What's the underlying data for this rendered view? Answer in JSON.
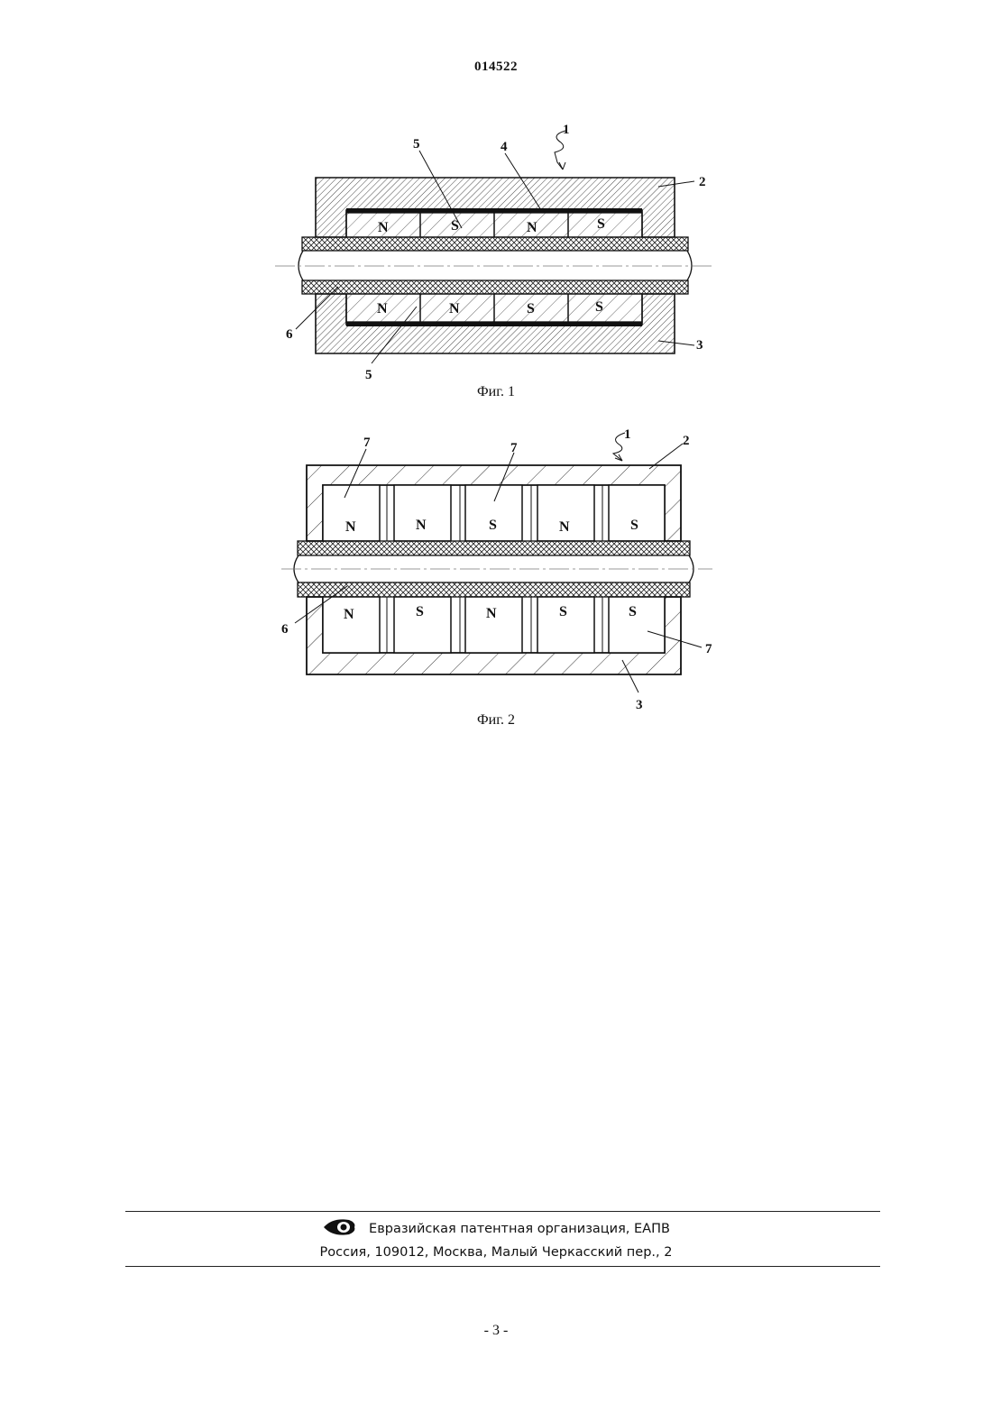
{
  "header": {
    "patent_number": "014522"
  },
  "figure1": {
    "caption": "Фиг. 1",
    "labels": [
      "1",
      "2",
      "3",
      "4",
      "5",
      "5",
      "6"
    ],
    "top_poles": [
      "N",
      "S",
      "N",
      "S"
    ],
    "bottom_poles": [
      "N",
      "N",
      "S",
      "S"
    ]
  },
  "figure2": {
    "caption": "Фиг. 2",
    "labels": [
      "1",
      "2",
      "3",
      "6",
      "7",
      "7",
      "7"
    ],
    "top_poles": [
      "N",
      "N",
      "S",
      "N",
      "S"
    ],
    "bottom_poles": [
      "N",
      "S",
      "N",
      "S",
      "S"
    ]
  },
  "footer": {
    "organization": "Евразийская патентная организация, ЕАПВ",
    "address": "Россия, 109012, Москва, Малый Черкасский пер., 2"
  },
  "page": {
    "number": "- 3 -"
  }
}
